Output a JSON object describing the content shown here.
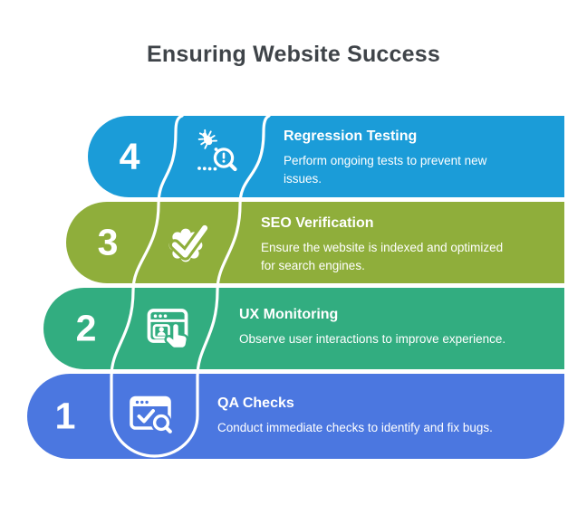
{
  "page": {
    "title": "Ensuring Website Success",
    "title_color": "#3f4449",
    "background_color": "#ffffff",
    "separator_color": "#ffffff",
    "text_color": "#ffffff"
  },
  "steps": [
    {
      "number": "1",
      "title": "QA Checks",
      "description": "Conduct immediate checks to identify and fix bugs.",
      "color": "#4b77e0",
      "icon": "qa-window-check-magnifier-icon"
    },
    {
      "number": "2",
      "title": "UX Monitoring",
      "description": "Observe user interactions to improve experience.",
      "color": "#32ad80",
      "icon": "ux-window-user-pointer-icon"
    },
    {
      "number": "3",
      "title": "SEO Verification",
      "description": "Ensure the website is indexed and optimized\nfor search engines.",
      "color": "#8fae3b",
      "icon": "verified-badge-check-icon"
    },
    {
      "number": "4",
      "title": "Regression Testing",
      "description": "Perform ongoing tests to prevent new\nissues.",
      "color": "#1b9cd8",
      "icon": "bug-magnifier-icon"
    }
  ]
}
